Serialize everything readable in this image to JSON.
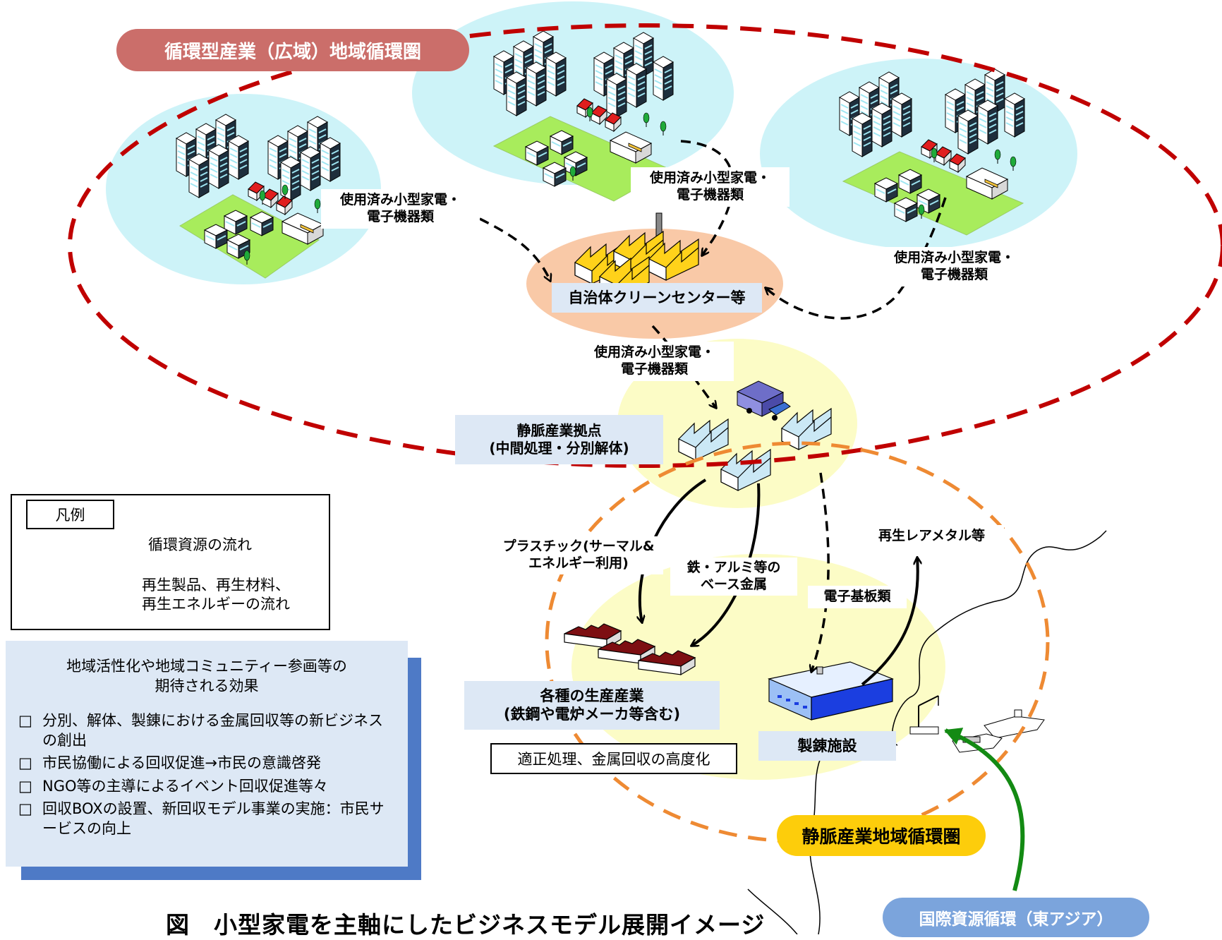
{
  "regions": {
    "broad_area": "循環型産業（広域）地域循環圏",
    "static_area": "静脈産業地域循環圏",
    "international": "国際資源循環（東アジア）"
  },
  "flows": {
    "used_appliances_1": [
      "使用済み小型家電・",
      "電子機器類"
    ],
    "used_appliances_2": [
      "使用済み小型家電・",
      "電子機器類"
    ],
    "used_appliances_3": [
      "使用済み小型家電・",
      "電子機器類"
    ],
    "used_appliances_4": [
      "使用済み小型家電・",
      "電子機器類"
    ],
    "plastic": [
      "プラスチック(サーマル&",
      "エネルギー利用)"
    ],
    "iron_al": [
      "鉄・アルミ等の",
      "ベース金属"
    ],
    "e_boards": "電子基板類",
    "rare_metals": "再生レアメタル等"
  },
  "facilities": {
    "clean_center": "自治体クリーンセンター等",
    "venous_base": [
      "静脈産業拠点",
      "(中間処理・分別解体)"
    ],
    "manufacturers": [
      "各種の生産産業",
      "(鉄鋼や電炉メーカ等含む)"
    ],
    "proper_treatment": "適正処理、金属回収の高度化",
    "smelter": "製錬施設"
  },
  "legend": {
    "title": "凡例",
    "dashed": "循環資源の流れ",
    "solid": [
      "再生製品、再生材料、",
      "再生エネルギーの流れ"
    ]
  },
  "effects": {
    "title": [
      "地域活性化や地域コミュニティー参画等の",
      "期待される効果"
    ],
    "items": [
      "分別、解体、製錬における金属回収等の新ビジネスの創出",
      "市民協働による回収促進→市民の意識啓発",
      "NGO等の主導によるイベント回収促進等々",
      "回収BOXの設置、新回収モデル事業の実施：市民サービスの向上"
    ],
    "checkbox": "□"
  },
  "caption": "図　小型家電を主軸にしたビジネスモデル展開イメージ",
  "colors": {
    "red_dash": "#c00000",
    "orange_dash": "#ee8a33",
    "city_bg": "#cdf3f8",
    "ground": "#a8ec5c",
    "peach": "#f9c9a7",
    "pale_yellow": "#fcfcc6",
    "label_bg": "#dde8f5",
    "green_arrow": "#138a13",
    "pill_red": "#cb6e6a",
    "pill_yellow": "#fdcd0b",
    "pill_blue": "#7ba4dc",
    "panel_shadow": "#4e7ac6"
  }
}
